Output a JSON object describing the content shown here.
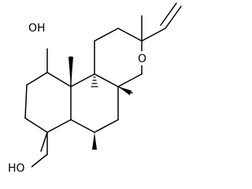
{
  "molecule": {
    "atom_labels": {
      "oh_top": "OH",
      "ring_oxygen": "O",
      "oh_bottom": "HO"
    },
    "colors": {
      "bond": "#000000",
      "background": "#ffffff"
    }
  }
}
